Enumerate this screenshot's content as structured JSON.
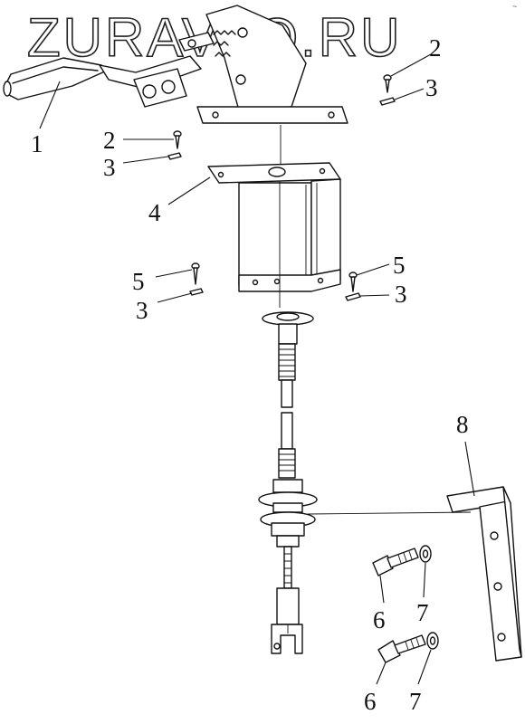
{
  "watermark": "ZURAVTO.RU",
  "corner_mark": "~",
  "callouts": {
    "c1": "1",
    "c2a": "2",
    "c2b": "2",
    "c3a": "3",
    "c3b": "3",
    "c3c": "3",
    "c3d": "3",
    "c4": "4",
    "c5a": "5",
    "c5b": "5",
    "c6a": "6",
    "c6b": "6",
    "c7a": "7",
    "c7b": "7",
    "c8": "8"
  }
}
